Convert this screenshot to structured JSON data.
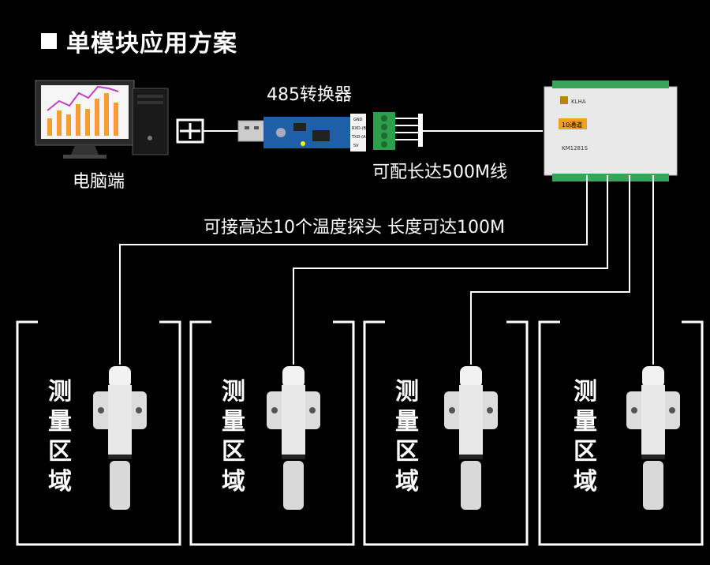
{
  "title": "单模块应用方案",
  "pc_label": "电脑端",
  "converter_label": "485转换器",
  "cable_note": "可配长达500M线",
  "probe_note": "可接高达10个温度探头  长度可达100M",
  "module_text": {
    "brand": "KLHA",
    "badge": "10通道",
    "model": "KM1281S"
  },
  "converter_pins": [
    "GND",
    "RXD-(B-)",
    "TXD-(A+)",
    "5V"
  ],
  "zones": [
    {
      "label_chars": [
        "测",
        "量",
        "区",
        "域"
      ]
    },
    {
      "label_chars": [
        "测",
        "量",
        "区",
        "域"
      ]
    },
    {
      "label_chars": [
        "测",
        "量",
        "区",
        "域"
      ]
    },
    {
      "label_chars": [
        "测",
        "量",
        "区",
        "域"
      ]
    }
  ],
  "chart_bars_icon": "bar-chart-icon",
  "colors": {
    "background": "#000000",
    "line": "#ffffff",
    "pcb_blue": "#1f5fa8",
    "terminal_green": "#2e9e4a",
    "probe_body": "#e8e8e8"
  }
}
